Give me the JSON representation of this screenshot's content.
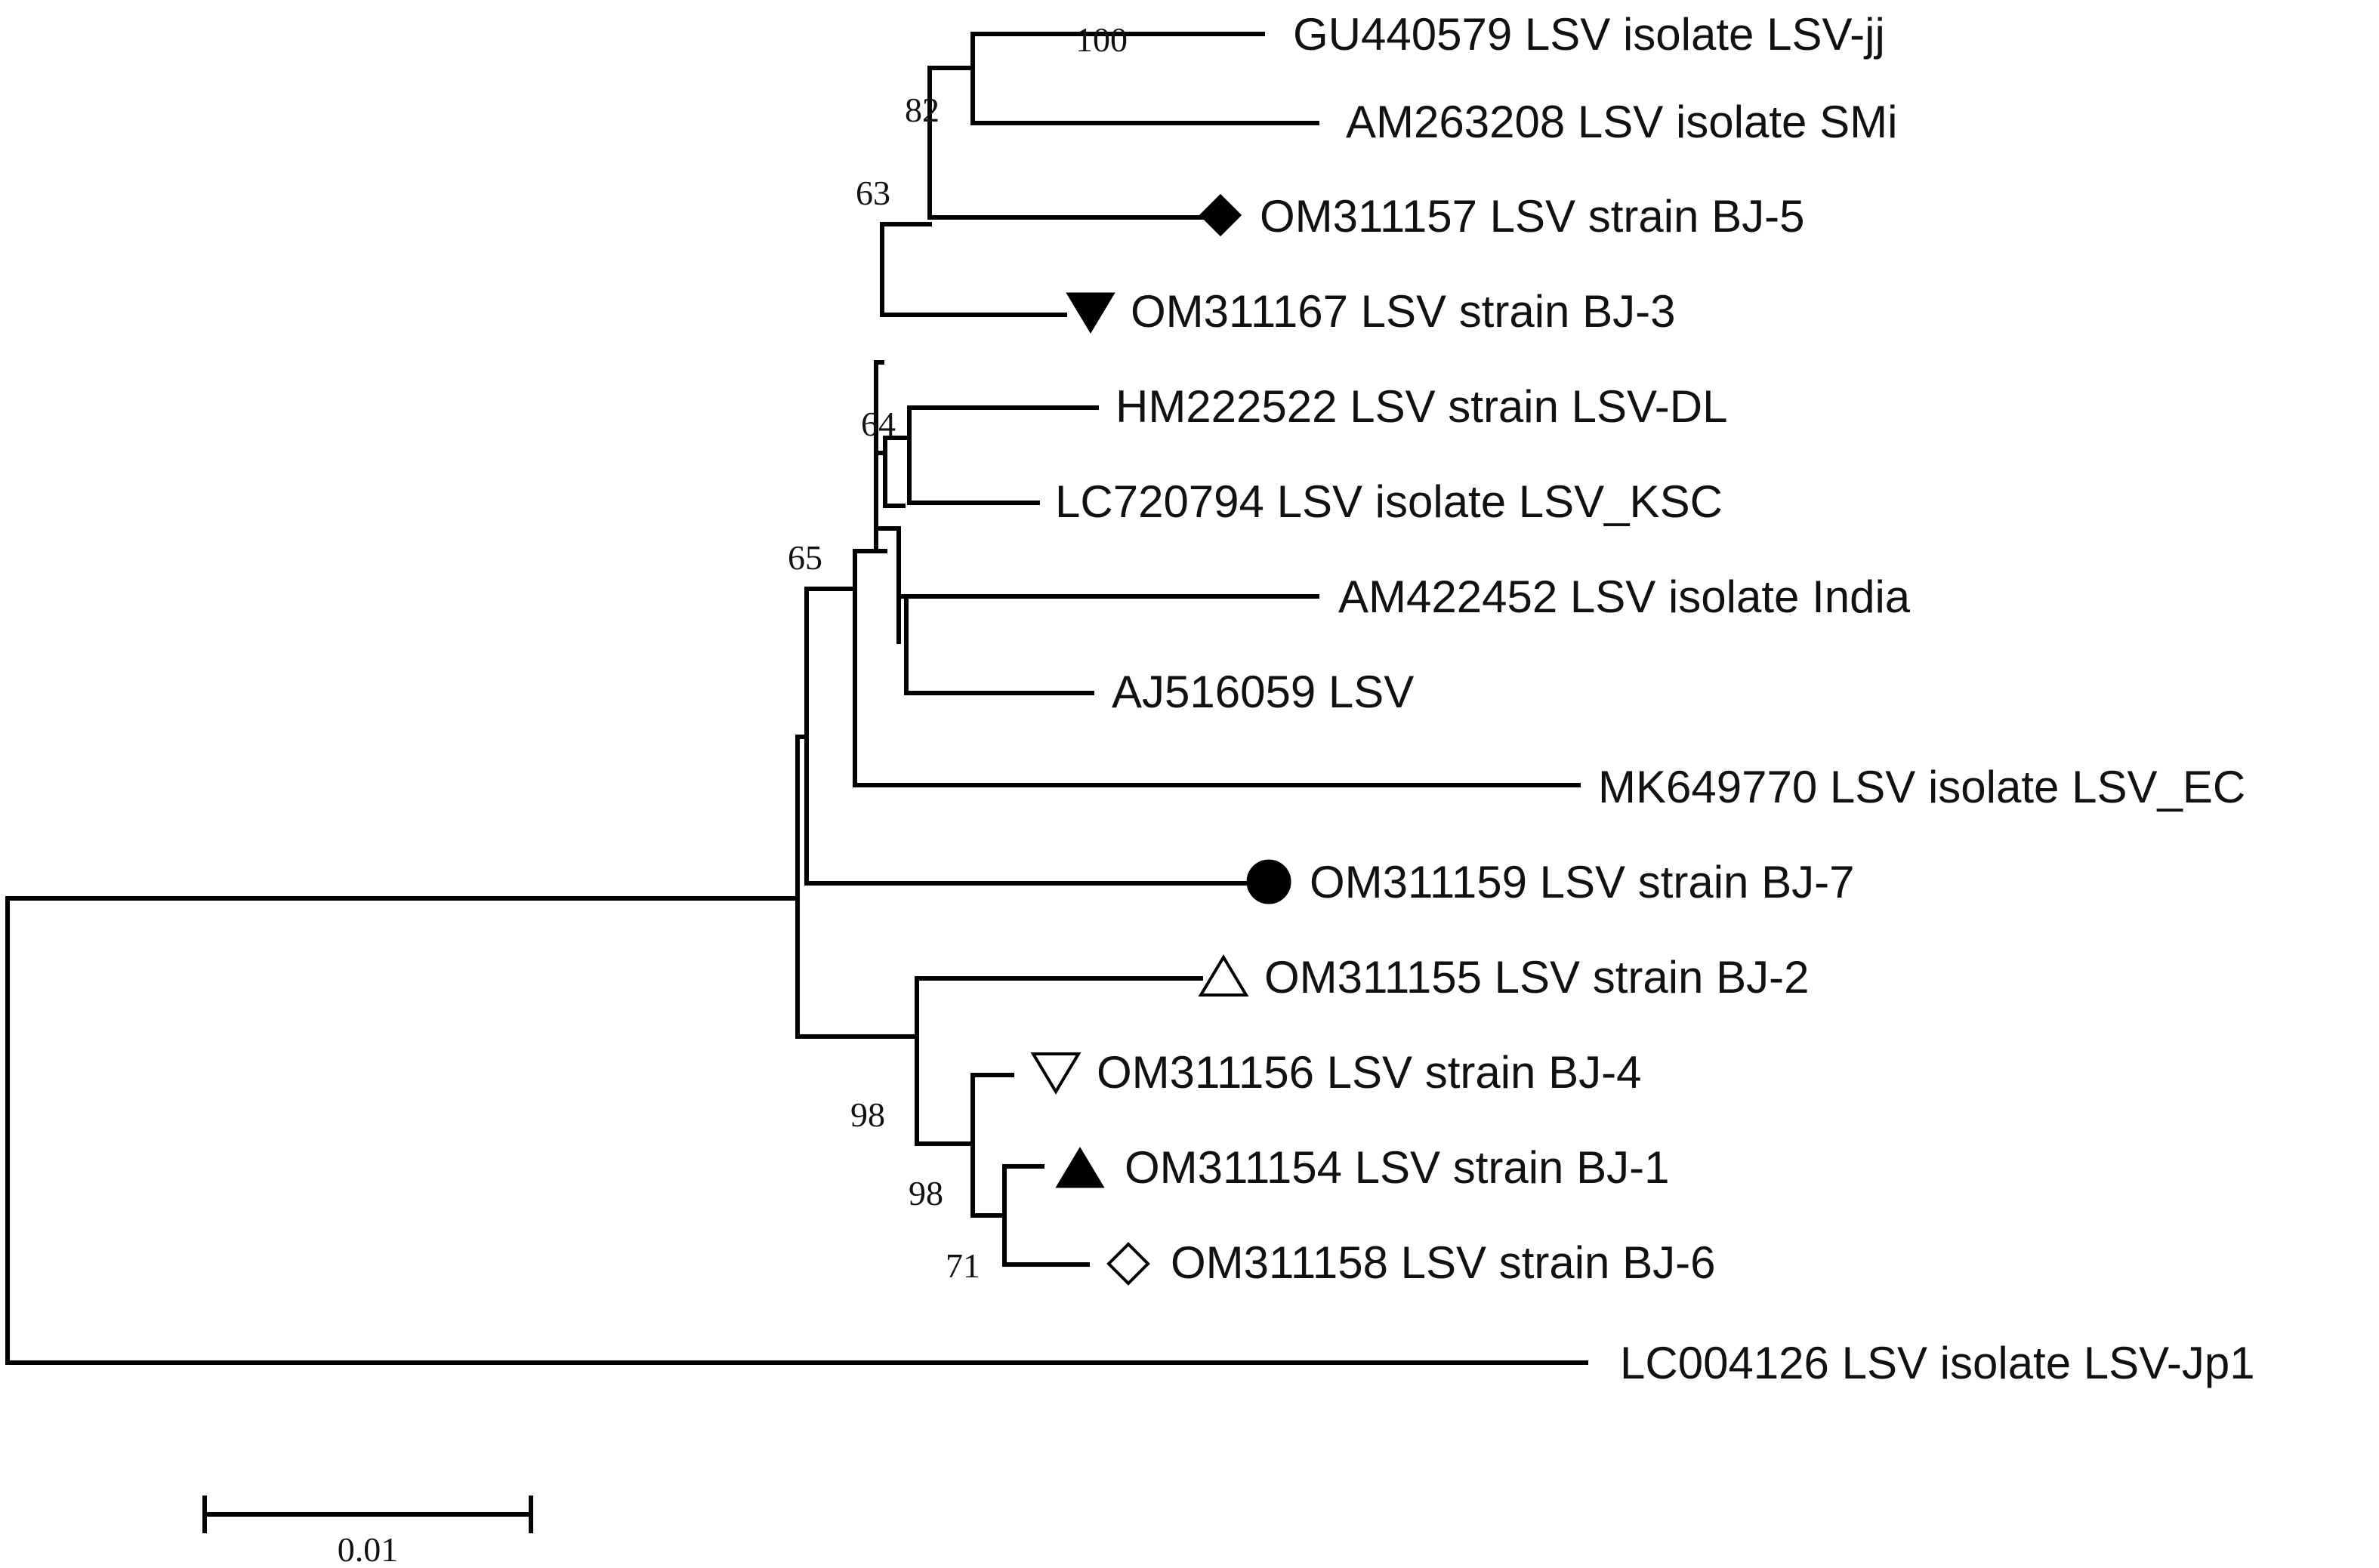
{
  "tree": {
    "leaves": [
      {
        "id": "L1",
        "label": "GU440579 LSV isolate LSV-jj",
        "marker": "none"
      },
      {
        "id": "L2",
        "label": "AM263208 LSV isolate SMi",
        "marker": "none"
      },
      {
        "id": "L3",
        "label": "OM311157 LSV strain BJ-5",
        "marker": "diamond-filled"
      },
      {
        "id": "L4",
        "label": "OM311167 LSV strain BJ-3",
        "marker": "triangle-down-filled"
      },
      {
        "id": "L5",
        "label": "HM222522 LSV strain LSV-DL",
        "marker": "none"
      },
      {
        "id": "L6",
        "label": "LC720794 LSV isolate LSV_KSC",
        "marker": "none"
      },
      {
        "id": "L7",
        "label": "AM422452 LSV isolate India",
        "marker": "none"
      },
      {
        "id": "L8",
        "label": "AJ516059 LSV",
        "marker": "none"
      },
      {
        "id": "L9",
        "label": "MK649770 LSV isolate LSV_EC",
        "marker": "none"
      },
      {
        "id": "L10",
        "label": "OM311159 LSV strain BJ-7",
        "marker": "circle-filled"
      },
      {
        "id": "L11",
        "label": "OM311155 LSV strain BJ-2",
        "marker": "triangle-up-open"
      },
      {
        "id": "L12",
        "label": "OM311156 LSV strain BJ-4",
        "marker": "triangle-down-open"
      },
      {
        "id": "L13",
        "label": "OM311154 LSV strain BJ-1",
        "marker": "triangle-up-filled"
      },
      {
        "id": "L14",
        "label": "OM311158 LSV strain BJ-6",
        "marker": "diamond-open"
      },
      {
        "id": "L15",
        "label": "LC004126 LSV isolate LSV-Jp1",
        "marker": "none"
      }
    ],
    "bootstrap": [
      {
        "node": "N_jj_smi",
        "value": "100"
      },
      {
        "node": "N_bj5",
        "value": "82"
      },
      {
        "node": "N_bj3",
        "value": "63"
      },
      {
        "node": "N_dl_ksc",
        "value": "64"
      },
      {
        "node": "N_main",
        "value": "65"
      },
      {
        "node": "N_bjgroup",
        "value": "98"
      },
      {
        "node": "N_bj4group",
        "value": "98"
      },
      {
        "node": "N_bj1_bj6",
        "value": "71"
      }
    ],
    "scale_bar": {
      "value": 0.01,
      "label": "0.01"
    }
  }
}
